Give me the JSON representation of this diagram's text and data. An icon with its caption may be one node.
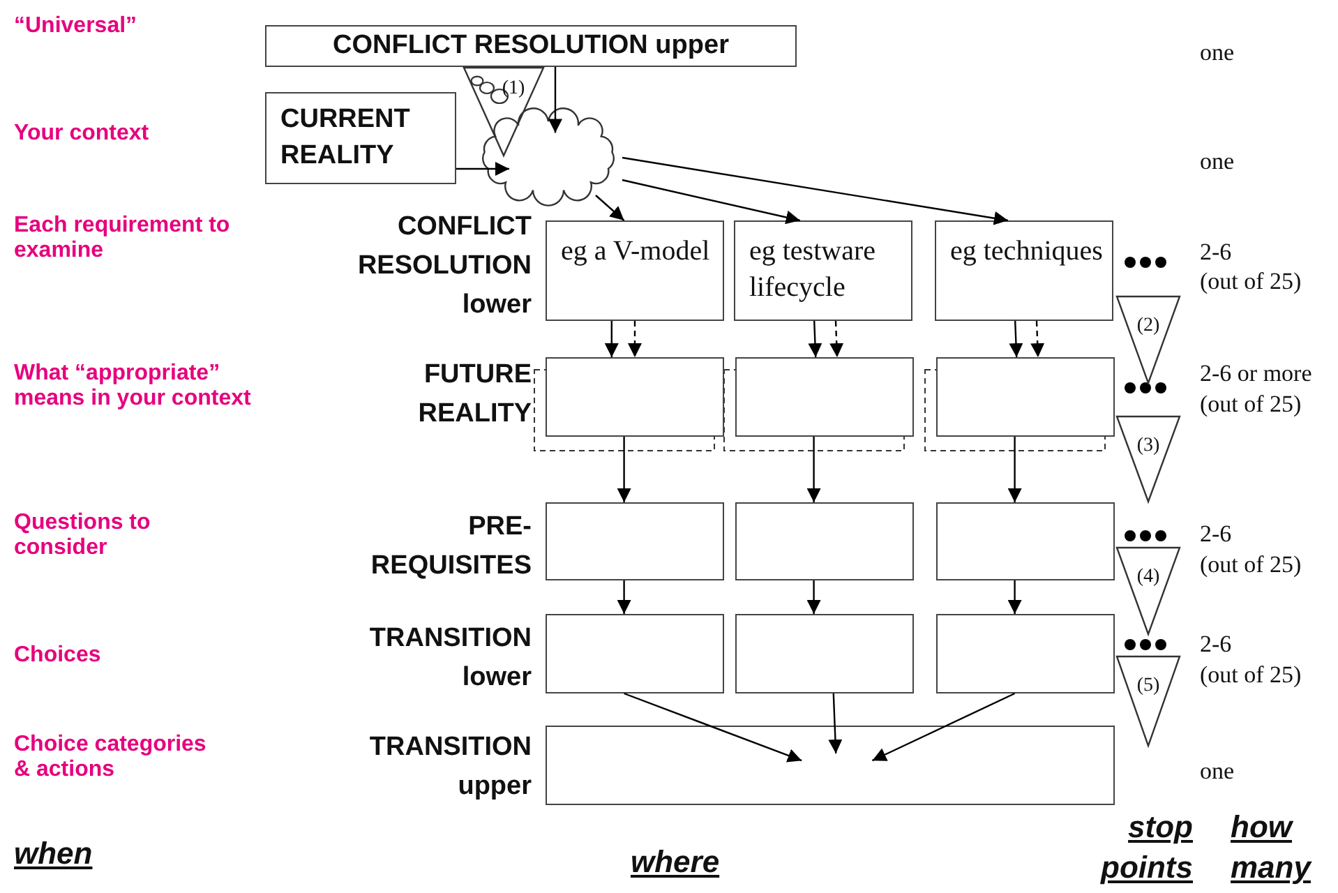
{
  "diagram": {
    "nodes": [
      {
        "text": [
          "CONFLICT RESOLUTION upper"
        ]
      },
      {
        "text": [
          "CURRENT REALITY"
        ]
      },
      {
        "text": [],
        "shape": "cloud"
      },
      {
        "text": [
          "eg a V-model"
        ]
      },
      {
        "text": [
          "eg testware lifecycle"
        ]
      },
      {
        "text": [
          "eg techniques"
        ]
      },
      {
        "text": [],
        "shape": "box"
      },
      {
        "text": [],
        "shape": "box"
      },
      {
        "text": [],
        "shape": "box"
      },
      {
        "text": [],
        "shape": "box"
      },
      {
        "text": [],
        "shape": "box"
      },
      {
        "text": [],
        "shape": "box"
      },
      {
        "text": [],
        "shape": "box"
      },
      {
        "text": [],
        "shape": "box"
      },
      {
        "text": [],
        "shape": "box"
      },
      {
        "text": [],
        "shape": "box"
      },
      {
        "text": [
          "(1)"
        ]
      },
      {
        "text": [
          "(2)"
        ]
      },
      {
        "text": [
          "(3)"
        ]
      },
      {
        "text": [
          "(4)"
        ]
      },
      {
        "text": [
          "(5)"
        ]
      }
    ],
    "edges": [
      {
        "from": 0,
        "to": 2,
        "arrow": "to"
      },
      {
        "from": 1,
        "to": 2,
        "arrow": "to"
      },
      {
        "from": 2,
        "to": 3,
        "arrow": "to"
      },
      {
        "from": 2,
        "to": 4,
        "arrow": "to"
      },
      {
        "from": 2,
        "to": 5,
        "arrow": "to"
      },
      {
        "from": 3,
        "to": 6,
        "arrow": "to"
      },
      {
        "from": 3,
        "to": 6,
        "arrow": "to",
        "style": "dashed"
      },
      {
        "from": 4,
        "to": 7,
        "arrow": "to"
      },
      {
        "from": 4,
        "to": 7,
        "arrow": "to",
        "style": "dashed"
      },
      {
        "from": 5,
        "to": 8,
        "arrow": "to"
      },
      {
        "from": 5,
        "to": 8,
        "arrow": "to",
        "style": "dashed"
      },
      {
        "from": 6,
        "to": 9,
        "arrow": "to"
      },
      {
        "from": 7,
        "to": 10,
        "arrow": "to"
      },
      {
        "from": 8,
        "to": 11,
        "arrow": "to"
      },
      {
        "from": 9,
        "to": 12,
        "arrow": "to"
      },
      {
        "from": 10,
        "to": 13,
        "arrow": "to"
      },
      {
        "from": 11,
        "to": 14,
        "arrow": "to"
      },
      {
        "from": 12,
        "to": 15,
        "arrow": "to"
      },
      {
        "from": 13,
        "to": 15,
        "arrow": "to"
      },
      {
        "from": 14,
        "to": 15,
        "arrow": "to"
      }
    ],
    "labels": [
      "“Universal”",
      "one",
      "Your context",
      "one",
      "Each requirement to examine",
      "CONFLICT RESOLUTION lower",
      "2-6",
      "(out of 25)",
      "What “appropriate” means in your context",
      "FUTURE REALITY",
      "2-6 or more",
      "(out of 25)",
      "Questions to consider",
      "PRE-REQUISITES",
      "2-6",
      "(out of 25)",
      "Choices",
      "TRANSITION lower",
      "2-6",
      "(out of 25)",
      "Choice categories & actions",
      "TRANSITION upper",
      "one",
      "when",
      "where",
      "stop points",
      "how many"
    ]
  }
}
